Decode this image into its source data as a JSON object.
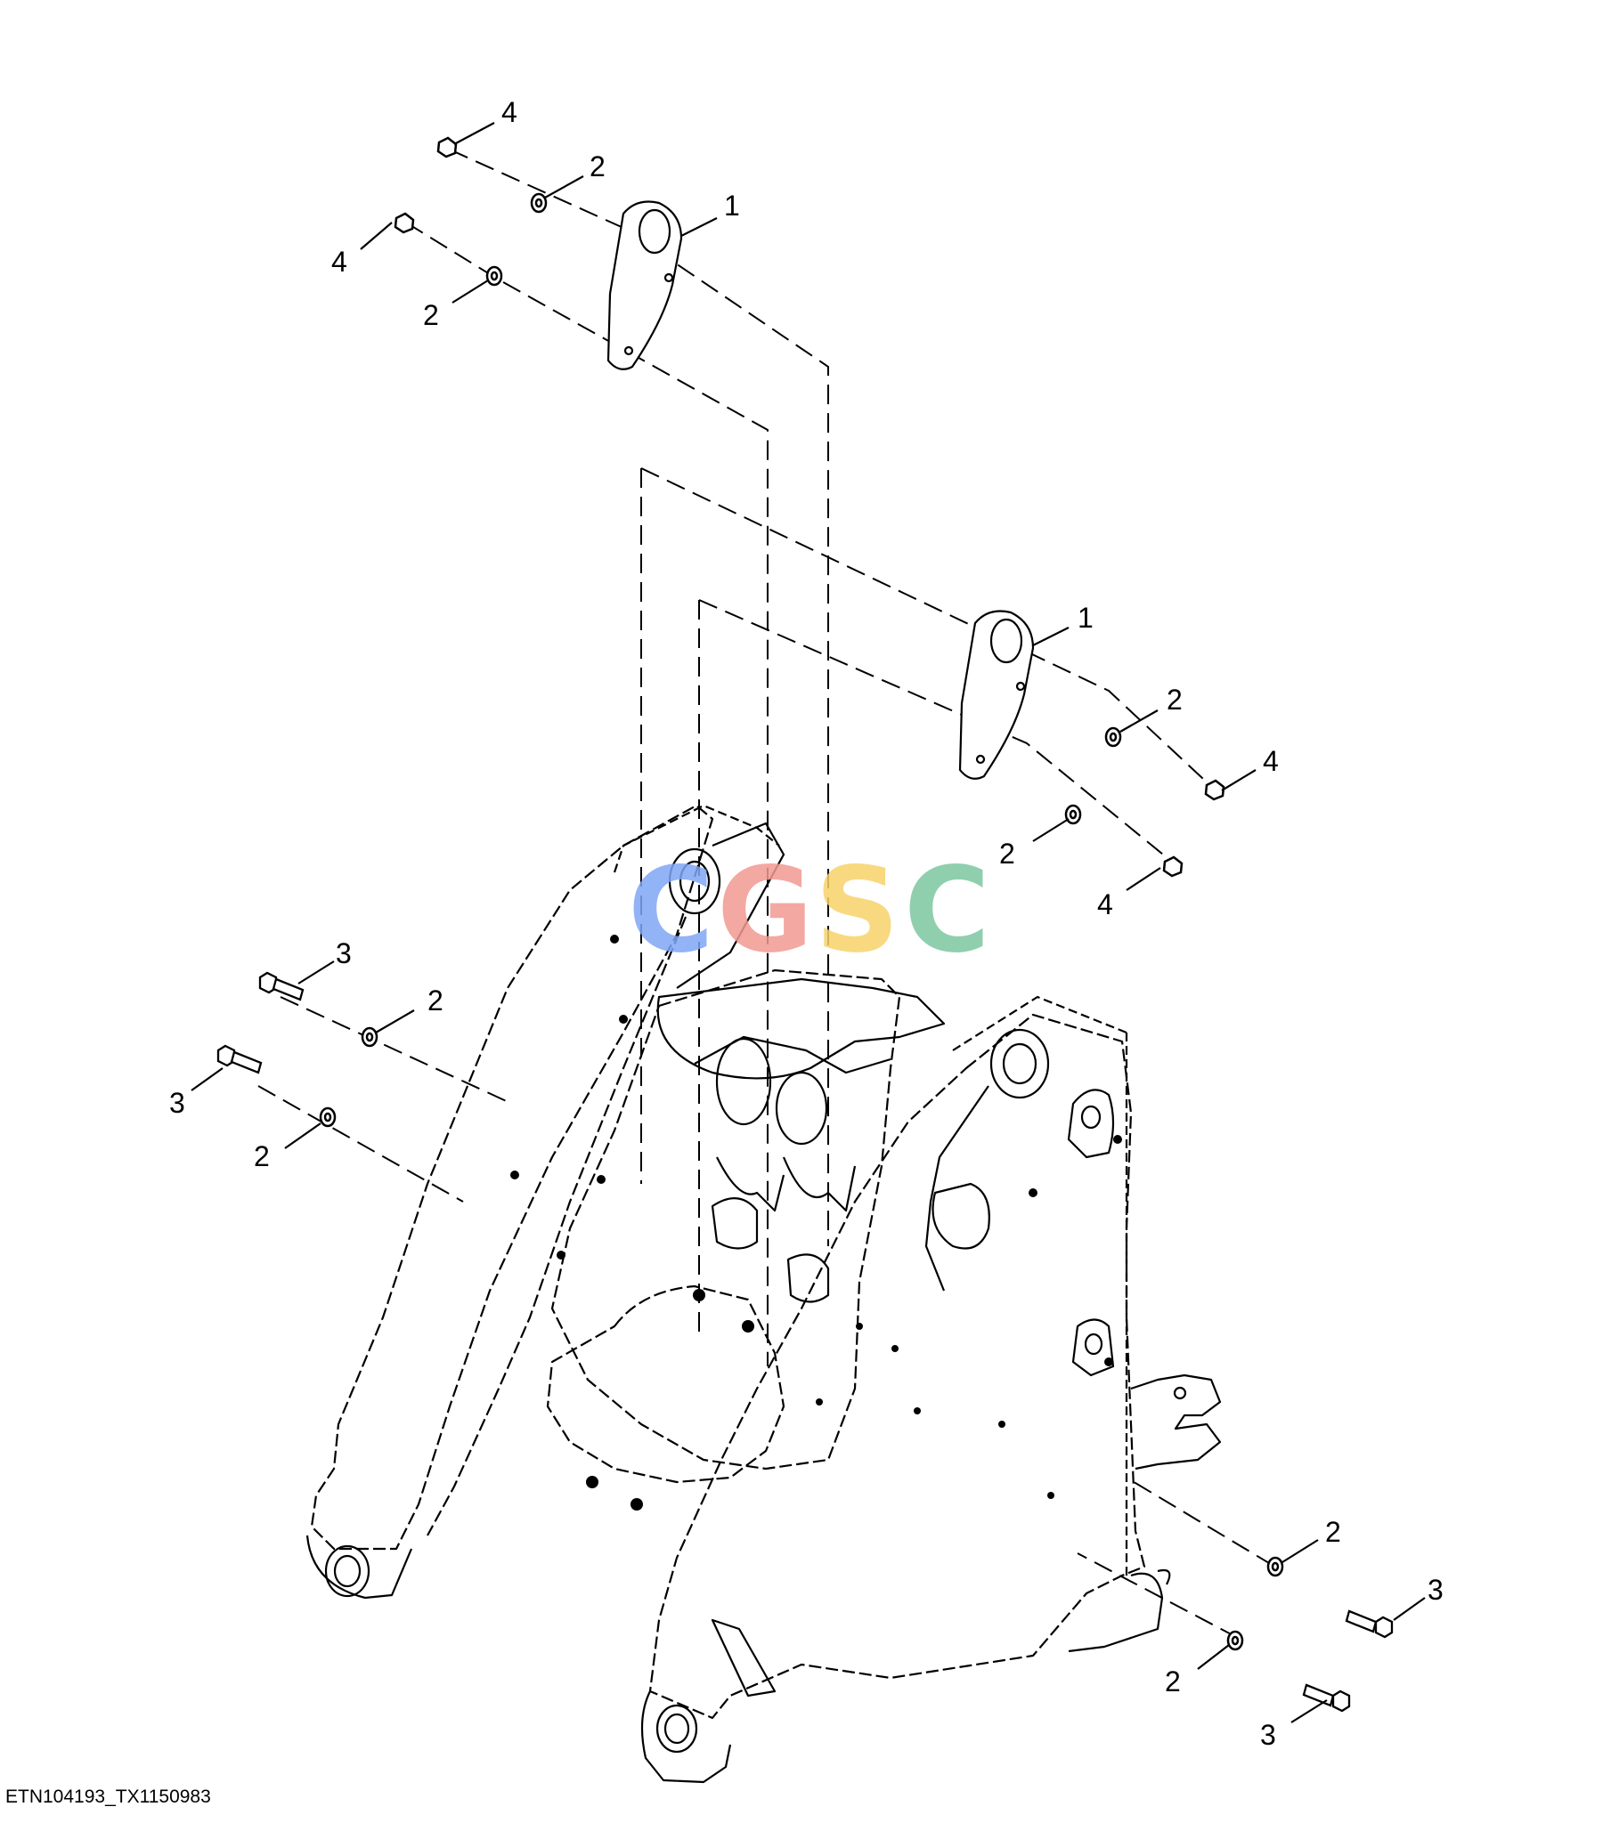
{
  "figure_id": "ETN104193_TX1150983",
  "callouts": {
    "c1": "4",
    "c2": "2",
    "c3": "1",
    "c4": "4",
    "c5": "2",
    "c6": "1",
    "c7": "2",
    "c8": "4",
    "c9": "2",
    "c10": "4",
    "c11": "3",
    "c12": "2",
    "c13": "3",
    "c14": "2",
    "c15": "2",
    "c16": "3",
    "c17": "2",
    "c18": "3"
  },
  "watermark": {
    "letters": [
      "C",
      "G",
      "S",
      "C"
    ],
    "colors": [
      "#7fa6f5",
      "#f29a92",
      "#f7d36a",
      "#7cc7a0"
    ]
  },
  "colors": {
    "line": "#000000",
    "background": "#ffffff"
  }
}
